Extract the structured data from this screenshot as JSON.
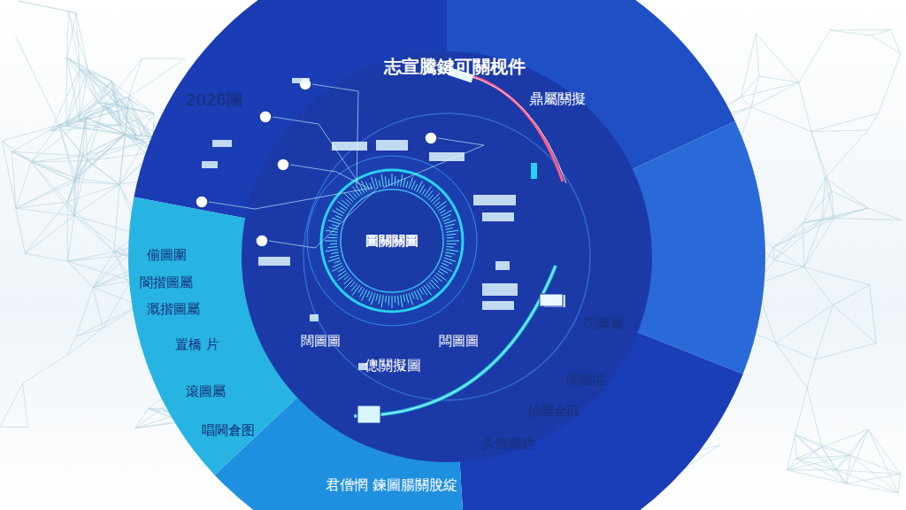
{
  "diagram": {
    "title": "志宣騰鍵可關枧件",
    "nodes": [
      {
        "text": [
          "圖關關圖"
        ]
      }
    ],
    "labels": [
      "2026團",
      "鼎屬關擬",
      "偂圖圍",
      "閬揩圖屬",
      "溉揩圖屬",
      "置橋 片",
      "滾圖屬",
      "唱閪倉图",
      "闊圖圖",
      "闆圖圖",
      "傯關擬圖",
      "閁圖屬",
      "開圖區",
      "偵圖金莊",
      "头惆圖鉎",
      "君僧惘 鍊圖腸關脫綻"
    ]
  }
}
